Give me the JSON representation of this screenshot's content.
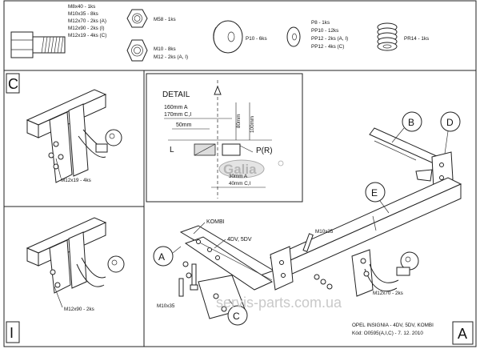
{
  "parts": {
    "bolts_lines": [
      "M8x40 - 1ks",
      "M10x35 - 8ks",
      "M12x70 - 2ks (A)",
      "M12x90 - 2ks (I)",
      "M12x19 - 4ks (C)"
    ],
    "m58_label": "M58 - 1ks",
    "nuts_lines": [
      "M10 - 8ks",
      "M12 - 2ks (A, I)"
    ],
    "washer_large_label": "P10 - 6ks",
    "washers_lines": [
      "P8 - 1ks",
      "PP10 - 12ks",
      "PP12 - 2ks (A, I)",
      "PP12 - 4ks (C)"
    ],
    "spring_label": "PR14 - 1ks"
  },
  "panel_c": {
    "letter": "C",
    "bolt_label": "M12x19 - 4ks"
  },
  "panel_i": {
    "letter": "I",
    "bolt_label": "M12x90 - 2ks"
  },
  "detail": {
    "title": "DETAIL",
    "dim_160": "160mm A",
    "dim_170": "170mm C,I",
    "dim_50": "50mm",
    "dim_80": "80mm",
    "dim_100": "100mm",
    "label_l": "L",
    "label_p": "P(R)",
    "dim_30": "30mm A",
    "dim_40": "40mm C,I",
    "logo_text": "Galia"
  },
  "main": {
    "callout_a": "A",
    "callout_b": "B",
    "callout_c": "C",
    "callout_d": "D",
    "callout_e": "E",
    "kombi_label": "KOMBI",
    "dv_label": "4DV, 5DV",
    "m10x35_top": "M10x35",
    "m10x35_bottom": "M10x35",
    "m12x70_label": "M12x70 - 2ks",
    "watermark": "servis-parts.com.ua"
  },
  "footer": {
    "model": "OPEL INSIGNIA - 4DV, 5DV, KOMBI",
    "code": "Kód: O0595(A,I,C) - 7. 12. 2010",
    "letter": "A"
  }
}
